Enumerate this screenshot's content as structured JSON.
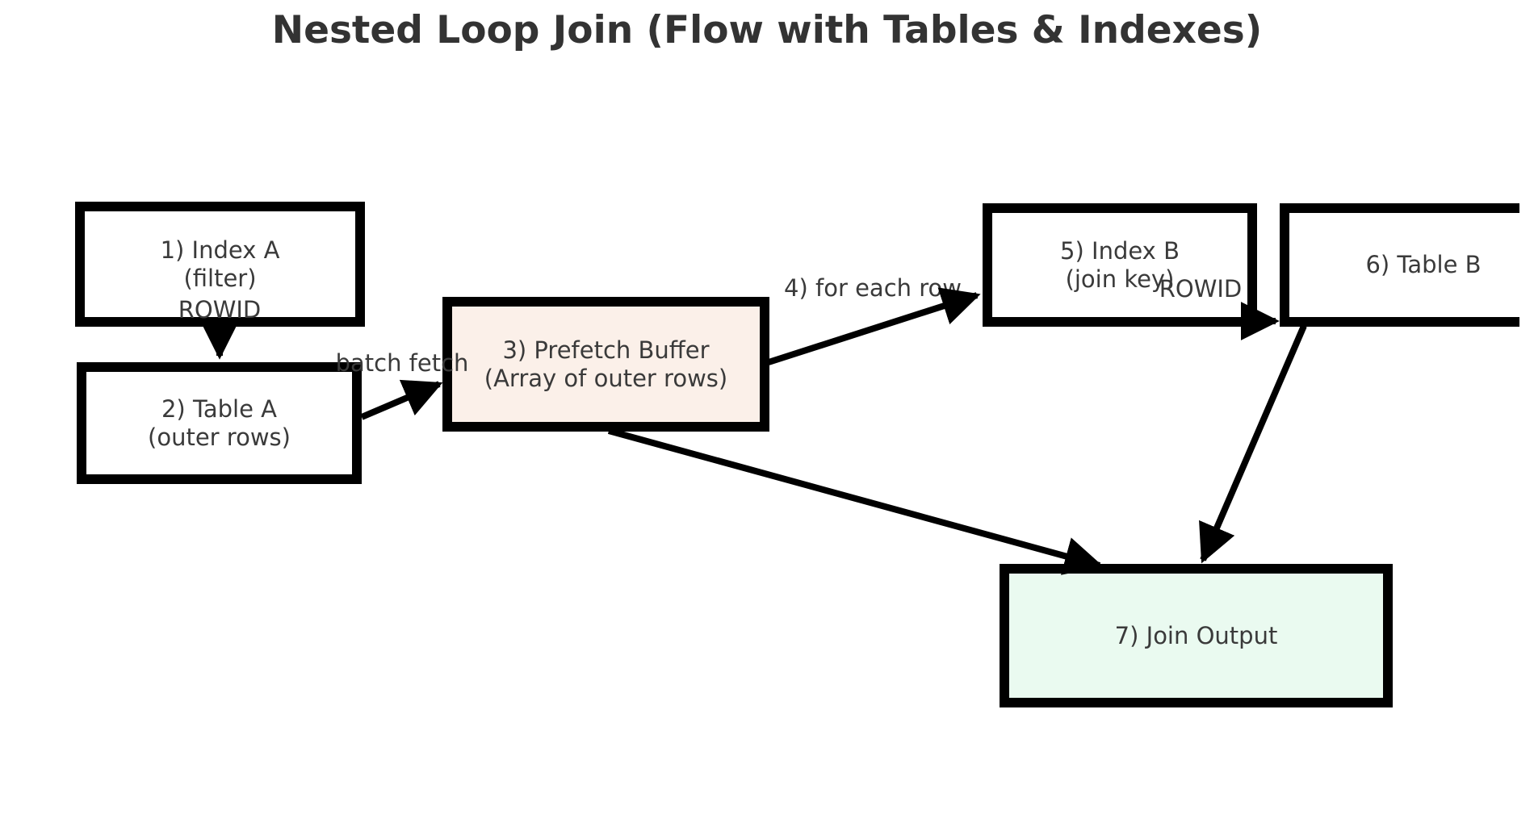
{
  "title": "Nested Loop Join (Flow with Tables & Indexes)",
  "nodes": {
    "index_a": {
      "line1": "1) Index A",
      "line2": "(filter)"
    },
    "table_a": {
      "line1": "2) Table A",
      "line2": "(outer rows)"
    },
    "prefetch": {
      "line1": "3) Prefetch Buffer",
      "line2": "(Array of outer rows)"
    },
    "index_b": {
      "line1": "5) Index B",
      "line2": "(join key)"
    },
    "table_b": {
      "line1": "6) Table B"
    },
    "join_output": {
      "line1": "7) Join Output"
    }
  },
  "edge_labels": {
    "rowid_a": "ROWID",
    "batch_fetch": "batch fetch",
    "for_each_row": "4) for each row",
    "rowid_b": "ROWID"
  },
  "colors": {
    "background": "#ffffff",
    "box_border": "#000000",
    "arrow": "#000000",
    "text": "#3a3a3a",
    "title_text": "#333333",
    "prefetch_fill": "#fbf0e9",
    "join_output_fill": "#eafaf0",
    "plain_fill": "#ffffff"
  }
}
